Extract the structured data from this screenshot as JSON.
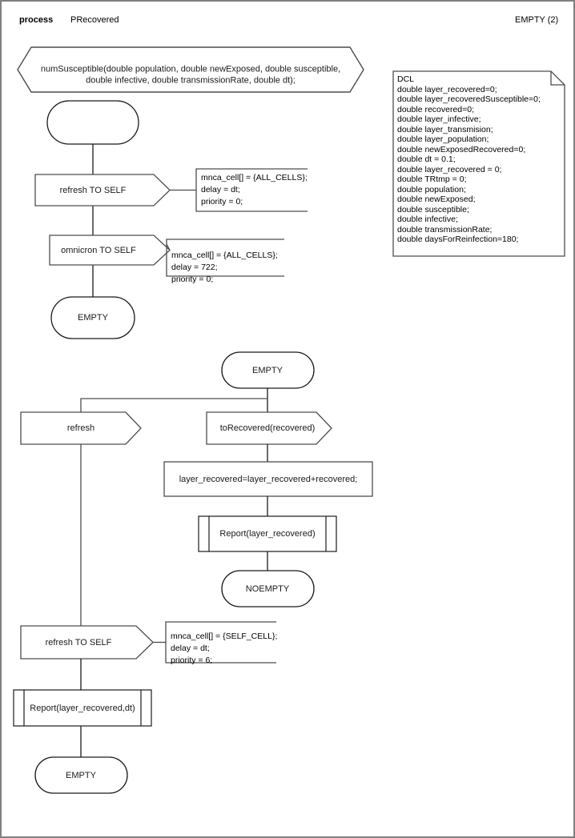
{
  "header": {
    "keyword": "process",
    "name": "PRecovered",
    "page_label": "EMPTY (2)"
  },
  "procedure_signature": {
    "line1": "numSusceptible(double population, double newExposed, double susceptible,",
    "line2": "double infective, double transmissionRate, double dt);"
  },
  "declaration": {
    "title": "DCL",
    "lines": [
      "double layer_recovered=0;",
      "double layer_recoveredSusceptible=0;",
      "double recovered=0;",
      "double layer_infective;",
      "double layer_transmision;",
      "double layer_population;",
      "double newExposedRecovered=0;",
      "double dt = 0.1;",
      "double layer_recovered = 0;",
      "double TRtmp = 0;",
      "double population;",
      "double newExposed;",
      "double susceptible;",
      "double infective;",
      "double transmissionRate;",
      "double daysForReinfection=180;"
    ]
  },
  "flow": {
    "start_state": {
      "label": ""
    },
    "output_refresh_self_1": {
      "label": "refresh TO SELF"
    },
    "comment_1": {
      "line1": "mnca_cell[] = {ALL_CELLS};",
      "line2": "delay = dt;",
      "line3": "priority = 0;"
    },
    "output_omnicron_self": {
      "label": "omnicron TO SELF"
    },
    "comment_2": {
      "line1": "mnca_cell[] = {ALL_CELLS};",
      "line2": "delay = 722;",
      "line3": "priority = 0;"
    },
    "nextstate_empty_1": {
      "label": "EMPTY"
    },
    "state_empty_2": {
      "label": "EMPTY"
    },
    "input_refresh": {
      "label": "refresh"
    },
    "input_torecovered": {
      "label": "toRecovered(recovered)"
    },
    "task_accumulate": {
      "label": "layer_recovered=layer_recovered+recovered;"
    },
    "call_report_1": {
      "label": "Report(layer_recovered)"
    },
    "nextstate_noempty": {
      "label": "NOEMPTY"
    },
    "output_refresh_self_2": {
      "label": "refresh TO SELF"
    },
    "comment_3": {
      "line1": "mnca_cell[] = {SELF_CELL};",
      "line2": "delay = dt;",
      "line3": "priority = 6;"
    },
    "call_report_2": {
      "label": "Report(layer_recovered,dt)"
    },
    "nextstate_empty_3": {
      "label": "EMPTY"
    }
  },
  "colors": {
    "frame": "#808080",
    "stroke": "#4d4d4d",
    "stroke_dark": "#1a1a1a",
    "text": "#1a1a1a",
    "background": "#ffffff"
  }
}
